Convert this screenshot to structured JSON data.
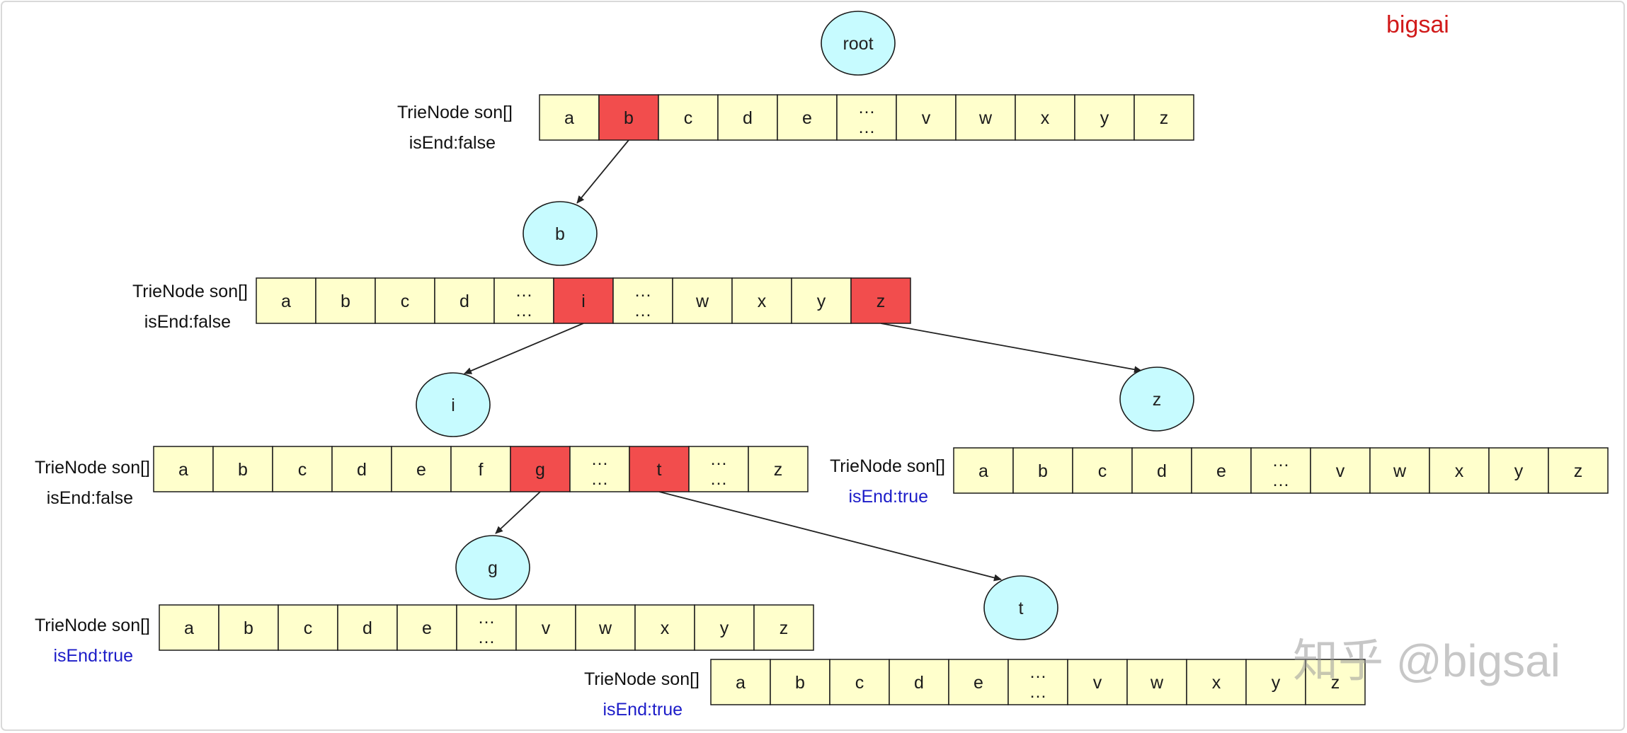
{
  "brand_label": "bigsai",
  "watermark": "知乎 @bigsai",
  "colors": {
    "cell_fill": "#ffffcc",
    "highlight_fill": "#f24d4d",
    "node_fill": "#c7fbff",
    "is_end_true_text": "#1c1cc8",
    "brand_text": "#d11a1a"
  },
  "nodes": [
    {
      "id": "root",
      "label": "root"
    },
    {
      "id": "b",
      "label": "b"
    },
    {
      "id": "i",
      "label": "i"
    },
    {
      "id": "z",
      "label": "z"
    },
    {
      "id": "g",
      "label": "g"
    },
    {
      "id": "t",
      "label": "t"
    }
  ],
  "arrays": [
    {
      "id": "arr-root",
      "label": "TrieNode son[]",
      "is_end": "isEnd:false",
      "end_true": false,
      "cells": [
        "a",
        "b",
        "c",
        "d",
        "e",
        "…\n…",
        "v",
        "w",
        "x",
        "y",
        "z"
      ],
      "highlight": [
        1
      ]
    },
    {
      "id": "arr-b",
      "label": "TrieNode son[]",
      "is_end": "isEnd:false",
      "end_true": false,
      "cells": [
        "a",
        "b",
        "c",
        "d",
        "…\n…",
        "i",
        "…\n…",
        "w",
        "x",
        "y",
        "z"
      ],
      "highlight": [
        5,
        10
      ]
    },
    {
      "id": "arr-i",
      "label": "TrieNode son[]",
      "is_end": "isEnd:false",
      "end_true": false,
      "cells": [
        "a",
        "b",
        "c",
        "d",
        "e",
        "f",
        "g",
        "…\n…",
        "t",
        "…\n…",
        "z"
      ],
      "highlight": [
        6,
        8
      ]
    },
    {
      "id": "arr-z",
      "label": "TrieNode son[]",
      "is_end": "isEnd:true",
      "end_true": true,
      "cells": [
        "a",
        "b",
        "c",
        "d",
        "e",
        "…\n…",
        "v",
        "w",
        "x",
        "y",
        "z"
      ],
      "highlight": []
    },
    {
      "id": "arr-g",
      "label": "TrieNode son[]",
      "is_end": "isEnd:true",
      "end_true": true,
      "cells": [
        "a",
        "b",
        "c",
        "d",
        "e",
        "…\n…",
        "v",
        "w",
        "x",
        "y",
        "z"
      ],
      "highlight": []
    },
    {
      "id": "arr-t",
      "label": "TrieNode son[]",
      "is_end": "isEnd:true",
      "end_true": true,
      "cells": [
        "a",
        "b",
        "c",
        "d",
        "e",
        "…\n…",
        "v",
        "w",
        "x",
        "y",
        "z"
      ],
      "highlight": []
    }
  ],
  "edges": [
    {
      "from_array": "arr-root",
      "from_cell": 1,
      "to_node": "b"
    },
    {
      "from_array": "arr-b",
      "from_cell": 5,
      "to_node": "i"
    },
    {
      "from_array": "arr-b",
      "from_cell": 10,
      "to_node": "z"
    },
    {
      "from_array": "arr-i",
      "from_cell": 6,
      "to_node": "g"
    },
    {
      "from_array": "arr-i",
      "from_cell": 8,
      "to_node": "t"
    }
  ]
}
